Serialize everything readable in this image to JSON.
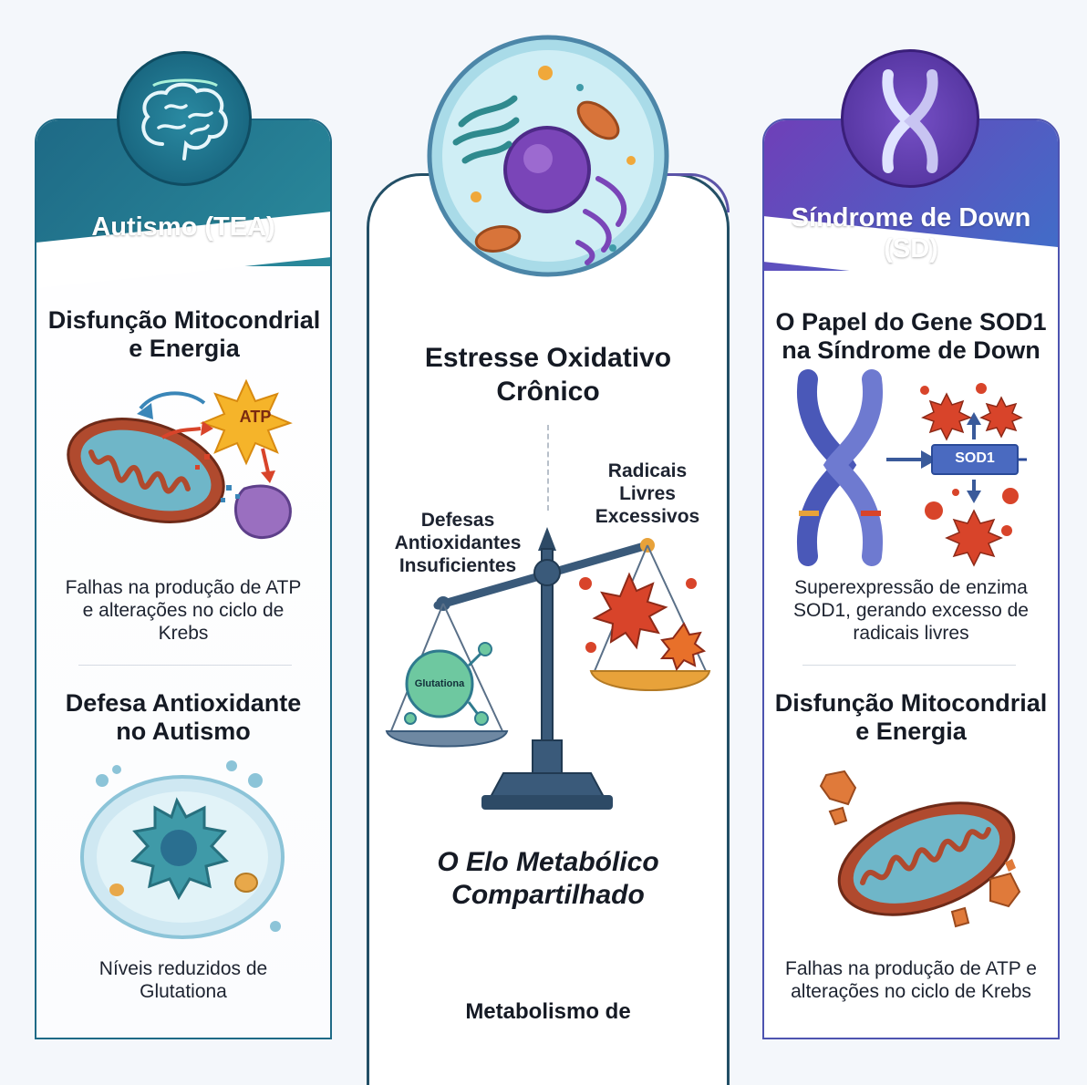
{
  "left": {
    "title": "Autismo (TEA)",
    "section1": {
      "title_line1": "Disfunção Mitocondrial",
      "title_line2": "e Energia",
      "badge": "ATP",
      "body_line1": "Falhas na produção de ATP",
      "body_line2": "e alterações no ciclo de",
      "body_line3": "Krebs"
    },
    "section2": {
      "title_line1": "Defesa Antioxidante",
      "title_line2": "no Autismo",
      "body_line1": "Níveis reduzidos de",
      "body_line2": "Glutationa"
    }
  },
  "center": {
    "title_line1": "Estresse Oxidativo",
    "title_line2": "Crônico",
    "left_label_line1": "Defesas",
    "left_label_line2": "Antioxidantes",
    "left_label_line3": "Insuficientes",
    "right_label_line1": "Radicais",
    "right_label_line2": "Livres",
    "right_label_line3": "Excessivos",
    "molecule_label": "Glutationa",
    "bottom_title_line1": "O Elo Metabólico",
    "bottom_title_line2": "Compartilhado",
    "cut_title": "Metabolismo de"
  },
  "right": {
    "title_line1": "Síndrome de Down",
    "title_line2": "(SD)",
    "section1": {
      "title_line1": "O Papel do Gene SOD1",
      "title_line2": "na Síndrome de Down",
      "gene_label": "SOD1",
      "body_line1": "Superexpressão de enzima",
      "body_line2": "SOD1, gerando excesso de",
      "body_line3": "radicais livres"
    },
    "section2": {
      "title_line1": "Disfunção Mitocondrial",
      "title_line2": "e Energia",
      "body_line1": "Falhas na produção de ATP e",
      "body_line2": "alterações no ciclo de Krebs"
    }
  },
  "colors": {
    "left_header": "#1e6a86",
    "right_header": "#5b48b8",
    "center_border": "#234f66",
    "mitochondria": "#b04a2e",
    "radical": "#d8442a",
    "atp_star": "#f5b42a"
  }
}
